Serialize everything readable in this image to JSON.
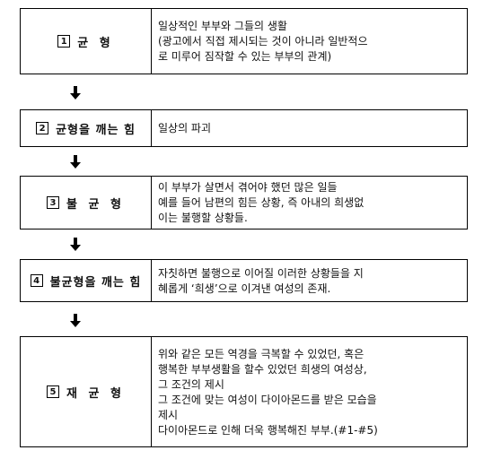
{
  "stages": [
    {
      "number": "1",
      "label": "균 형",
      "lines": [
        "일상적인 부부와 그들의 생활",
        "(광고에서 직접 제시되는 것이 아니라 일반적으",
        "로 미루어 짐작할 수 있는 부부의 관계)"
      ]
    },
    {
      "number": "2",
      "label": "균형을 깨는 힘",
      "lines": [
        "일상의 파괴"
      ]
    },
    {
      "number": "3",
      "label": "불 균 형",
      "lines": [
        "이 부부가 살면서 겪어야 했던 많은 일들",
        "예를 들어 남편의 힘든 상황, 즉 아내의 희생없",
        "이는 불행할 상황들."
      ]
    },
    {
      "number": "4",
      "label": "불균형을 깨는 힘",
      "lines": [
        "자칫하면 불행으로 이어질 이러한 상황들을 지",
        "혜롭게 ‘희생’으로 이겨낸 여성의 존재."
      ]
    },
    {
      "number": "5",
      "label": "재 균 형",
      "lines": [
        "위와 같은 모든 역경을 극복할 수 있었던, 혹은",
        "행복한 부부생활을 할수 있었던 희생의 여성상,",
        "그 조건의 제시",
        "그 조건에 맞는 여성이 다이아몬드를 받은 모습을",
        "제시",
        "다이아몬드로 인해 더욱 행복해진 부부.(#1-#5)"
      ]
    }
  ]
}
